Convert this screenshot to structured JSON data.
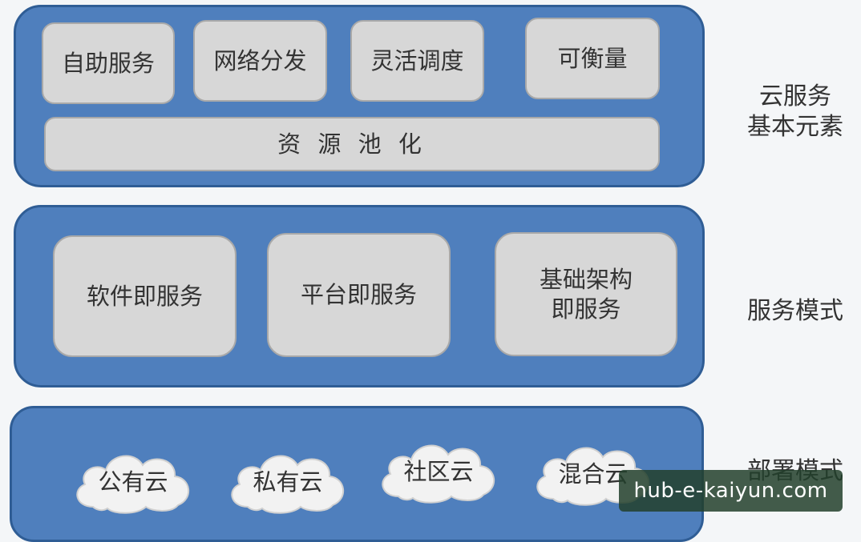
{
  "layers": {
    "elements": {
      "items": [
        "自助服务",
        "网络分发",
        "灵活调度",
        "可衡量"
      ],
      "pool": "资 源 池 化",
      "side_line1": "云服务",
      "side_line2": "基本元素"
    },
    "service_models": {
      "saas": "软件即服务",
      "paas": "平台即服务",
      "iaas_line1": "基础架构",
      "iaas_line2": "即服务",
      "side": "服务模式"
    },
    "deployment": {
      "clouds": [
        "公有云",
        "私有云",
        "社区云",
        "混合云"
      ],
      "side": "部署模式"
    }
  },
  "watermark": "hub-e-kaiyun.com",
  "colors": {
    "band": "#4f7fbd",
    "band_border": "#2f5d95",
    "box": "#d7d7d7",
    "cloud": "#f2f2f2"
  }
}
